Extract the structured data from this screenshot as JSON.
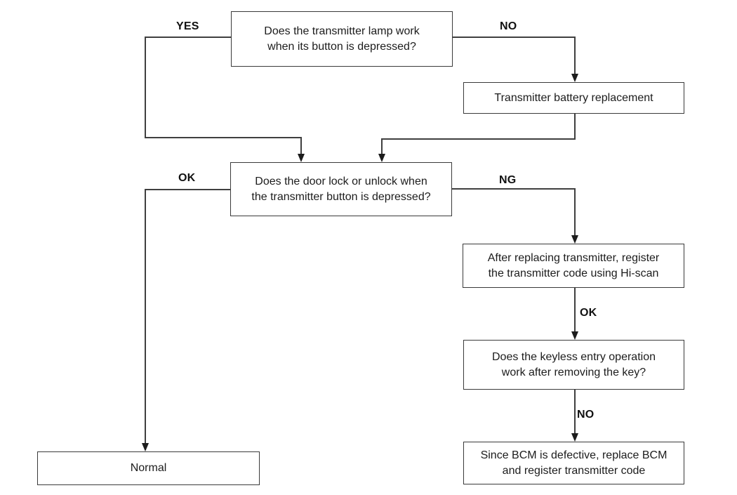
{
  "diagram": {
    "type": "flowchart",
    "nodes": {
      "q_lamp": {
        "line1": "Does the transmitter lamp work",
        "line2": "when its button is depressed?"
      },
      "battery": {
        "line1": "Transmitter battery replacement"
      },
      "q_door": {
        "line1": "Does the door lock or unlock when",
        "line2": "the transmitter button is depressed?"
      },
      "register": {
        "line1": "After replacing transmitter, register",
        "line2": "the transmitter code using Hi-scan"
      },
      "q_keyless": {
        "line1": "Does the keyless entry operation",
        "line2": "work after removing the key?"
      },
      "bcm": {
        "line1": "Since BCM is defective, replace BCM",
        "line2": "and register transmitter code"
      },
      "normal": {
        "line1": "Normal"
      }
    },
    "edge_labels": {
      "yes": "YES",
      "no_top": "NO",
      "ok_left": "OK",
      "ng": "NG",
      "ok_mid": "OK",
      "no_bottom": "NO"
    },
    "colors": {
      "line": "#3a3a3a",
      "text": "#1c1c1c",
      "background": "#ffffff"
    }
  }
}
